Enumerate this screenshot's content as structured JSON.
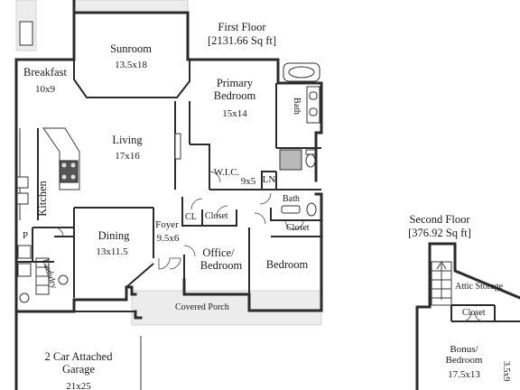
{
  "floors": {
    "first": {
      "title": "First Floor",
      "area": "[2131.66 Sq ft]"
    },
    "second": {
      "title": "Second Floor",
      "area": "[376.92 Sq ft]"
    }
  },
  "rooms": {
    "sunroom": {
      "name": "Sunroom",
      "dims": "13.5x18"
    },
    "breakfast": {
      "name": "Breakfast",
      "dims": "10x9"
    },
    "primary": {
      "name_line1": "Primary",
      "name_line2": "Bedroom",
      "dims": "15x14"
    },
    "bath_primary": {
      "name": "Bath"
    },
    "living": {
      "name": "Living",
      "dims": "17x16"
    },
    "kitchen": {
      "name": "Kitchen"
    },
    "wic": {
      "name": "W.I.C.",
      "dims": "9x5"
    },
    "ln": {
      "name": "LN"
    },
    "bath2": {
      "name": "Bath"
    },
    "cl": {
      "name": "CL"
    },
    "closet1": {
      "name": "Closet"
    },
    "closet2": {
      "name": "Closet"
    },
    "dining": {
      "name": "Dining",
      "dims": "13x11.5"
    },
    "foyer": {
      "name": "Foyer",
      "dims": "9.5x6"
    },
    "office": {
      "name_line1": "Office/",
      "name_line2": "Bedroom"
    },
    "bedroom": {
      "name": "Bedroom"
    },
    "pantry": {
      "name": "P"
    },
    "laundry": {
      "name": "Laundry"
    },
    "porch": {
      "name": "Covered Porch"
    },
    "garage": {
      "name_line1": "2 Car Attached",
      "name_line2": "Garage",
      "dims": "21x25"
    },
    "attic": {
      "name": "Attic Storage"
    },
    "closet3": {
      "name": "Closet"
    },
    "bonus": {
      "name_line1": "Bonus/",
      "name_line2": "Bedroom",
      "dims": "17.5x13"
    },
    "side": {
      "dims": "3.5x9"
    }
  }
}
